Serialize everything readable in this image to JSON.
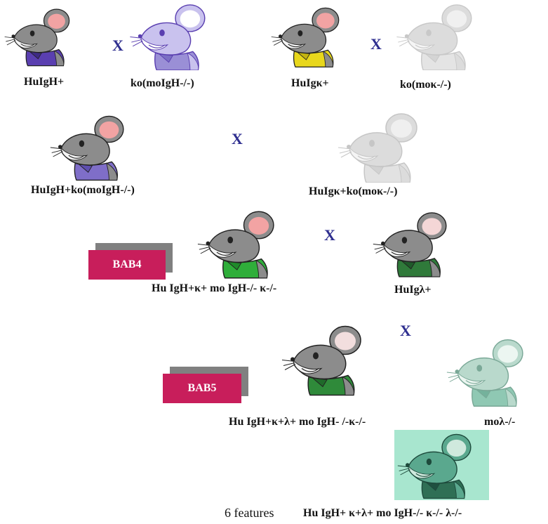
{
  "cross_symbol": "X",
  "row1": {
    "left_pair": {
      "parent_a": "HuIgH+",
      "parent_b": "ko(moIgH-/-)"
    },
    "right_pair": {
      "parent_a": "HuIgκ+",
      "parent_b": "ko(moκ-/-)"
    }
  },
  "row2": {
    "parent_a": "HuIgH+ko(moIgH-/-)",
    "parent_b": "HuIgκ+ko(moκ-/-)"
  },
  "row3": {
    "badge": "BAB4",
    "parent_a": "Hu IgH+κ+  mo IgH-/- κ-/-",
    "parent_b": "HuIgλ+"
  },
  "row4": {
    "badge": "BAB5",
    "parent_a": "Hu IgH+κ+λ+  mo IgH- /-κ-/-",
    "parent_b": "moλ-/-"
  },
  "final": {
    "caption_prefix": "6 features",
    "genotype": "Hu IgH+ κ+λ+ mo IgH-/- κ-/- λ-/-"
  },
  "colors": {
    "purple": "#5a3fb0",
    "light_purple": "#9a8fd6",
    "yellow": "#e8d71c",
    "gray_light": "#d8d8d8",
    "green": "#2fae3a",
    "dark_green": "#2f7a3a",
    "teal": "#8fc8b3",
    "badge": "#c81e5b",
    "box": "#a8e6cf"
  }
}
